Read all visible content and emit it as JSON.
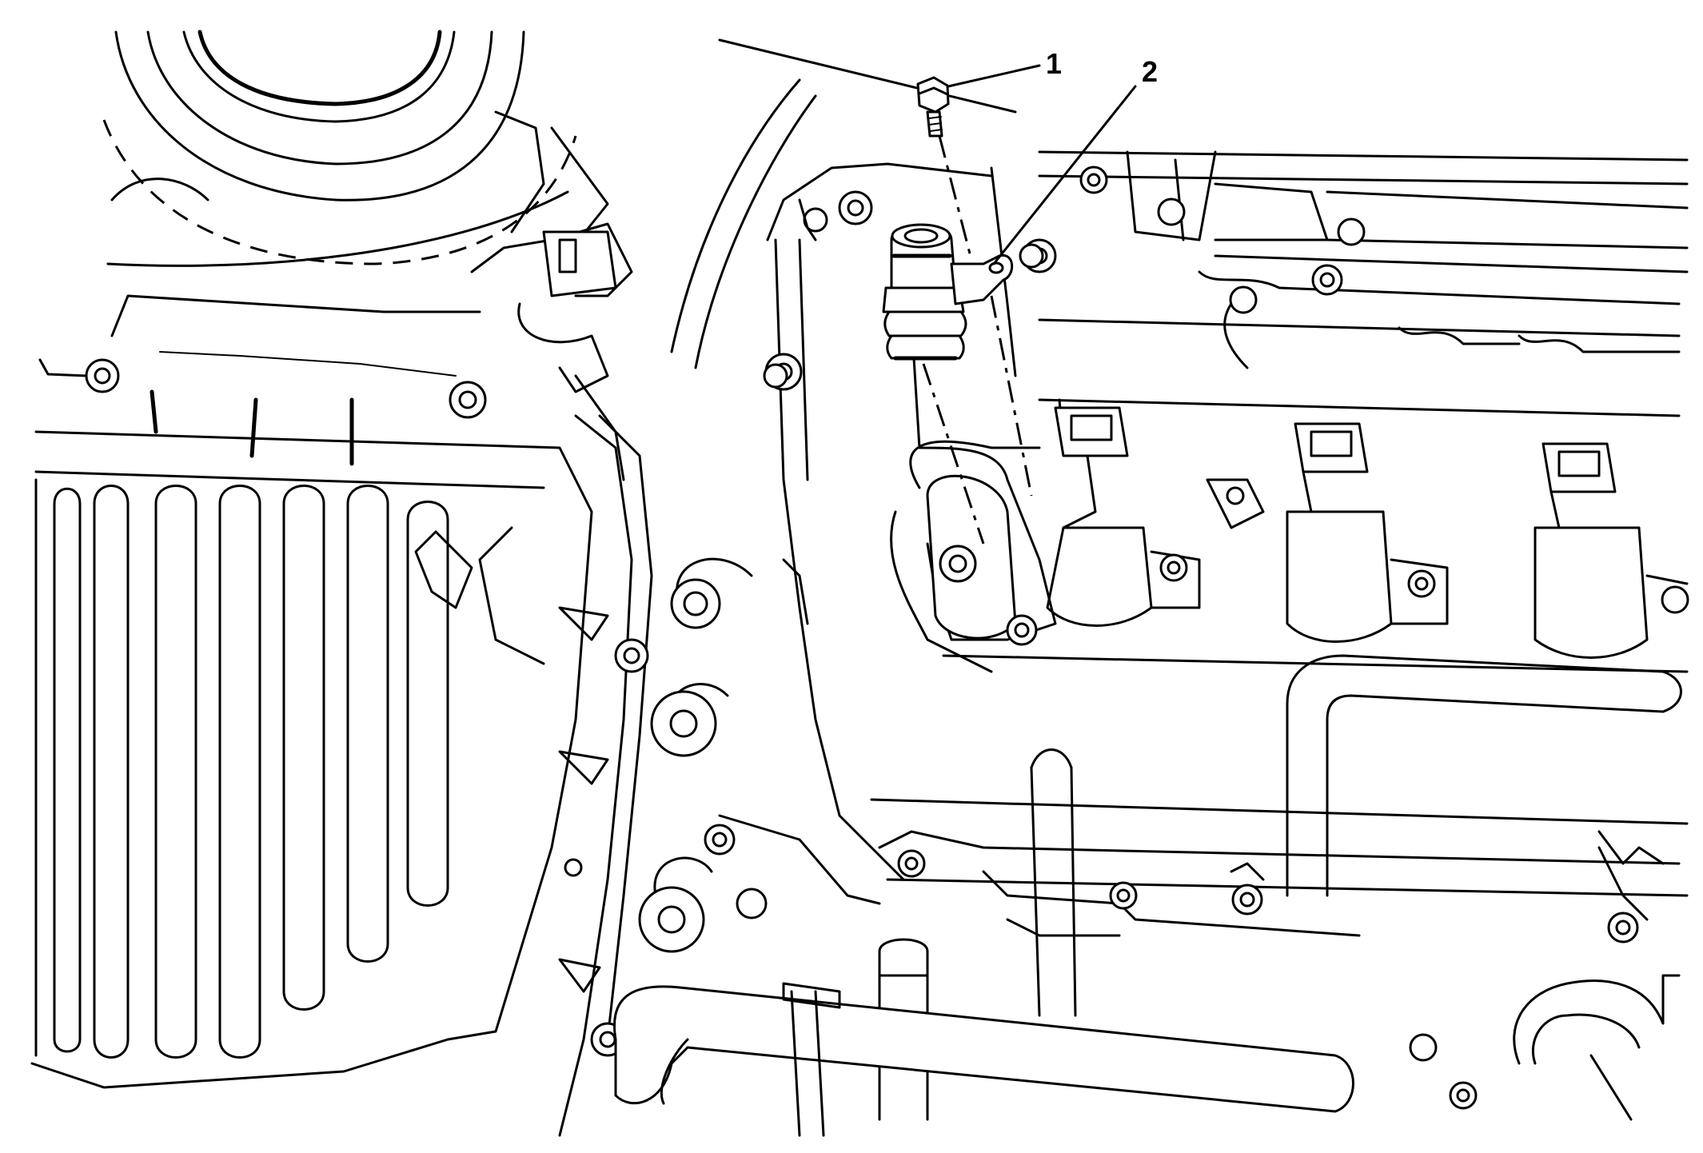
{
  "callouts": [
    {
      "label": "1",
      "part": "bolt"
    },
    {
      "label": "2",
      "part": "sensor"
    }
  ]
}
